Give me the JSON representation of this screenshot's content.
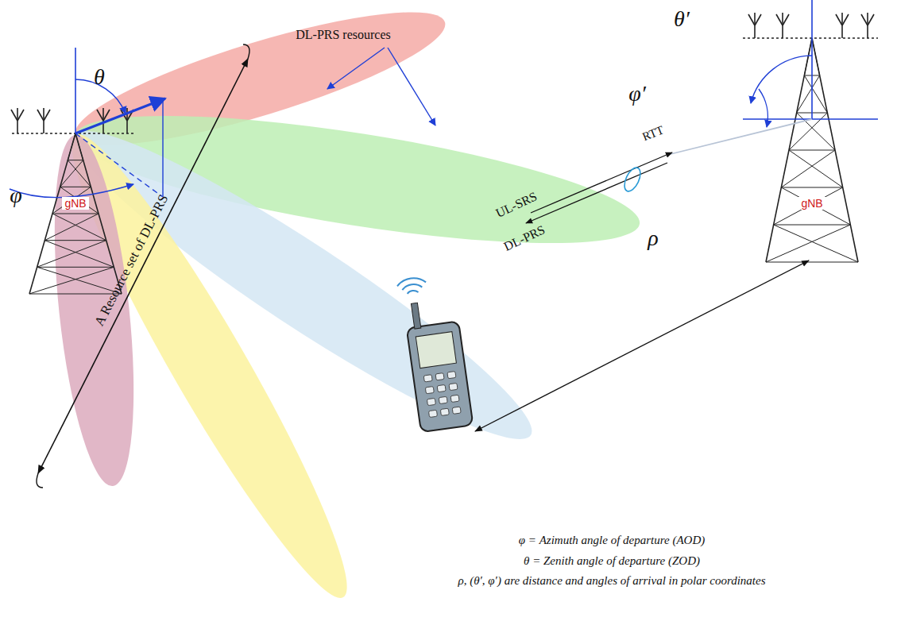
{
  "diagram": {
    "nodes": [
      {
        "text": [
          "gNB"
        ]
      },
      {
        "text": [
          "gNB"
        ]
      }
    ],
    "labels": [
      "θ",
      "φ",
      "DL-PRS resources",
      "A Resource set of DL-PRS",
      "θ′",
      "φ′",
      "RTT",
      "UL-SRS",
      "DL-PRS",
      "ρ",
      "φ = Azimuth angle of departure (AOD)",
      "θ = Zenith angle of departure (ZOD)",
      "ρ, (θ′, φ′) are distance and angles of arrival in polar coordinates"
    ]
  }
}
